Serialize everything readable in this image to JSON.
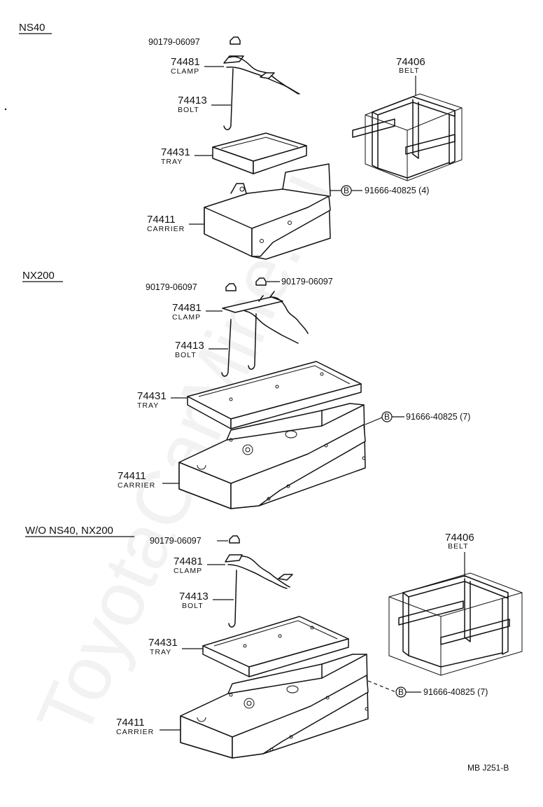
{
  "watermark": "ToyotaCarMine.ru",
  "sections": [
    {
      "title": "NS40",
      "labels": {
        "nut": "90179-06097",
        "clamp_num": "74481",
        "clamp_name": "CLAMP",
        "bolt_num": "74413",
        "bolt_name": "BOLT",
        "tray_num": "74431",
        "tray_name": "TRAY",
        "carrier_num": "74411",
        "carrier_name": "CARRIER",
        "belt_num": "74406",
        "belt_name": "BELT",
        "b_marker": "B",
        "b_part": "91666-40825 (4)"
      }
    },
    {
      "title": "NX200",
      "labels": {
        "nut": "90179-06097",
        "nut2": "90179-06097",
        "clamp_num": "74481",
        "clamp_name": "CLAMP",
        "bolt_num": "74413",
        "bolt_name": "BOLT",
        "tray_num": "74431",
        "tray_name": "TRAY",
        "carrier_num": "74411",
        "carrier_name": "CARRIER",
        "b_marker": "B",
        "b_part": "91666-40825 (7)"
      }
    },
    {
      "title": "W/O  NS40, NX200",
      "labels": {
        "nut": "90179-06097",
        "clamp_num": "74481",
        "clamp_name": "CLAMP",
        "bolt_num": "74413",
        "bolt_name": "BOLT",
        "tray_num": "74431",
        "tray_name": "TRAY",
        "carrier_num": "74411",
        "carrier_name": "CARRIER",
        "belt_num": "74406",
        "belt_name": "BELT",
        "b_marker": "B",
        "b_part": "91666-40825 (7)"
      }
    }
  ],
  "diagram_code": "MB  J251-B"
}
